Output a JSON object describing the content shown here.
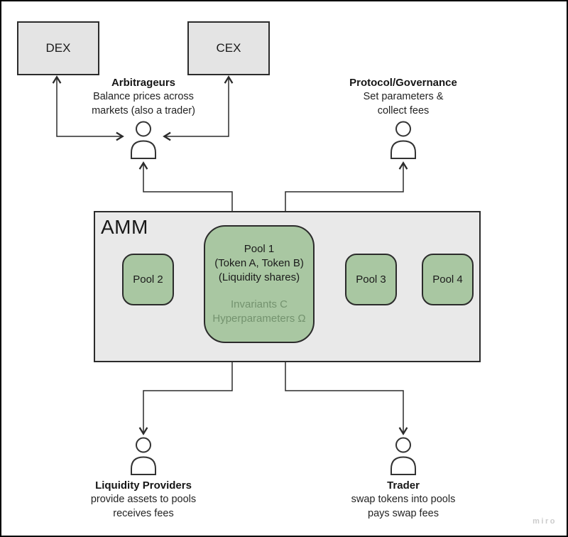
{
  "nodes": {
    "dex": "DEX",
    "cex": "CEX"
  },
  "arbitrageurs": {
    "title": "Arbitrageurs",
    "desc1": "Balance prices across",
    "desc2": "markets (also a trader)"
  },
  "protocol": {
    "title": "Protocol/Governance",
    "desc1": "Set parameters &",
    "desc2": "collect fees"
  },
  "amm": {
    "title": "AMM",
    "pool1": {
      "name": "Pool 1",
      "tokens": "(Token A, Token B)",
      "shares": "(Liquidity shares)",
      "invariants": "Invariants C",
      "hyperparameters": "Hyperparameters Ω"
    },
    "pool2": "Pool 2",
    "pool3": "Pool 3",
    "pool4": "Pool 4"
  },
  "liquidity_providers": {
    "title": "Liquidity Providers",
    "desc1": "provide assets to pools",
    "desc2": "receives fees"
  },
  "trader": {
    "title": "Trader",
    "desc1": "swap tokens into pools",
    "desc2": "pays swap fees"
  },
  "watermark": "miro",
  "colors": {
    "pool_green": "#a9c7a2",
    "node_gray": "#e4e4e4",
    "amm_gray": "#e9e9e9",
    "muted_text": "#74936f",
    "stroke": "#2b2b2b"
  }
}
